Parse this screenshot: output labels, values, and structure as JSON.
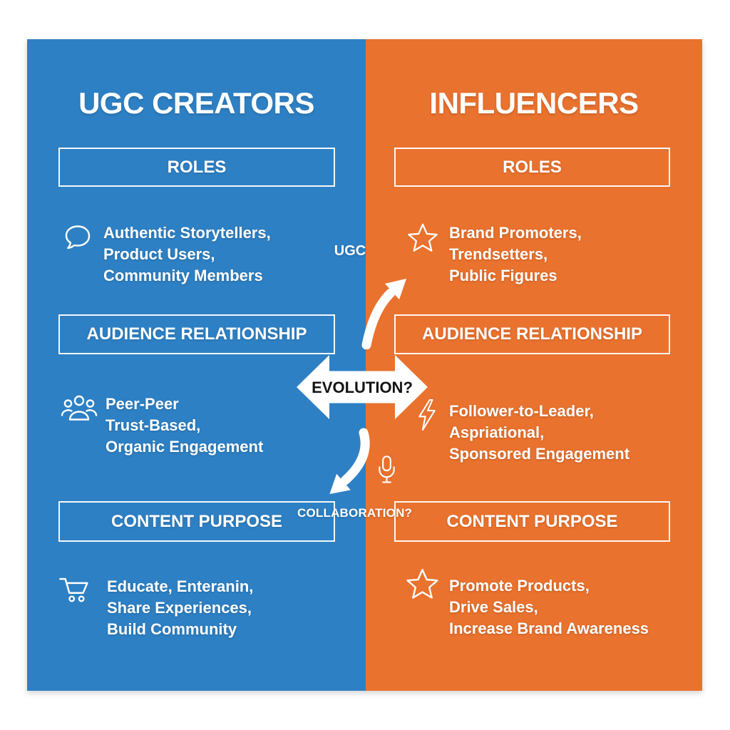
{
  "colors": {
    "blue_panel": "#2e80c4",
    "orange_panel": "#e9722e",
    "text_on_panels": "#ffffff",
    "evolution_text": "#141414",
    "page_background": "#ffffff"
  },
  "left_column": {
    "title": "UGC CREATORS",
    "sections": [
      {
        "header": "ROLES",
        "icon": "speech-bubble-icon",
        "lines": [
          "Authentic Storytellers,",
          "Product Users,",
          "Community Members"
        ]
      },
      {
        "header": "AUDIENCE RELATIONSHIP",
        "icon": "people-group-icon",
        "lines": [
          "Peer-Peer",
          "Trust-Based,",
          "Organic Engagement"
        ]
      },
      {
        "header": "CONTENT PURPOSE",
        "icon": "shopping-cart-icon",
        "lines": [
          "Educate, Enteranin,",
          "Share Experiences,",
          "Build Community"
        ]
      }
    ]
  },
  "right_column": {
    "title": "INFLUENCERS",
    "sections": [
      {
        "header": "ROLES",
        "icon": "star-icon",
        "lines": [
          "Brand Promoters,",
          "Trendsetters,",
          "Public Figures"
        ]
      },
      {
        "header": "AUDIENCE RELATIONSHIP",
        "icon": "lightning-icon",
        "lines": [
          "Follower-to-Leader,",
          "Aspriational,",
          "Sponsored Engagement"
        ]
      },
      {
        "header": "CONTENT PURPOSE",
        "icon": "star-icon",
        "lines": [
          "Promote Products,",
          "Drive Sales,",
          "Increase Brand Awareness"
        ]
      }
    ]
  },
  "center": {
    "ugc_label": "UGC",
    "evolution_label": "EVOLUTION?",
    "collaboration_label": "COLLABORATION?",
    "up_arrow": "curved-arrow-up-right",
    "down_arrow": "curved-arrow-down-left",
    "mic": "microphone-icon"
  }
}
